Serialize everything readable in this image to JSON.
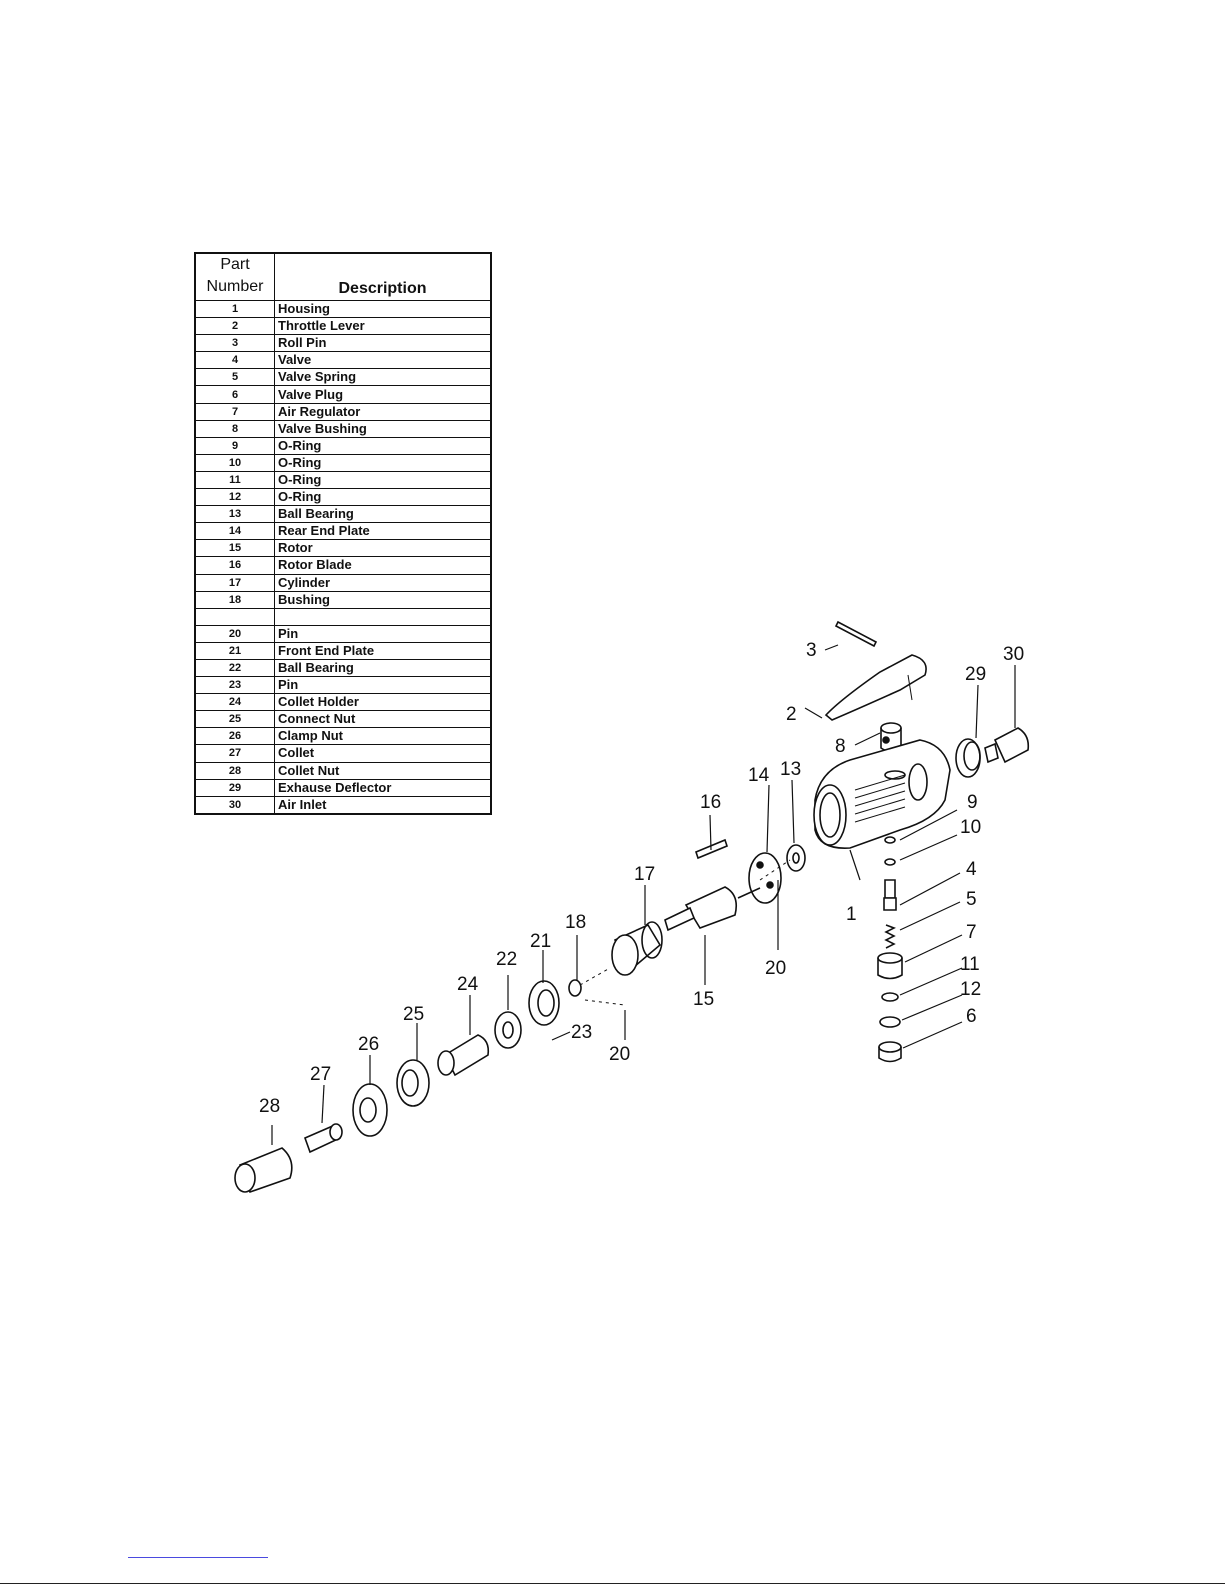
{
  "table": {
    "header_part": "Part",
    "header_number": "Number",
    "header_description": "Description",
    "rows": [
      {
        "num": "1",
        "desc": "Housing"
      },
      {
        "num": "2",
        "desc": "Throttle Lever"
      },
      {
        "num": "3",
        "desc": "Roll Pin"
      },
      {
        "num": "4",
        "desc": "Valve"
      },
      {
        "num": "5",
        "desc": "Valve Spring"
      },
      {
        "num": "6",
        "desc": "Valve Plug"
      },
      {
        "num": "7",
        "desc": "Air Regulator"
      },
      {
        "num": "8",
        "desc": "Valve Bushing"
      },
      {
        "num": "9",
        "desc": "O-Ring"
      },
      {
        "num": "10",
        "desc": "O-Ring"
      },
      {
        "num": "11",
        "desc": "O-Ring"
      },
      {
        "num": "12",
        "desc": "O-Ring"
      },
      {
        "num": "13",
        "desc": "Ball Bearing"
      },
      {
        "num": "14",
        "desc": "Rear End Plate"
      },
      {
        "num": "15",
        "desc": "Rotor"
      },
      {
        "num": "16",
        "desc": "Rotor Blade"
      },
      {
        "num": "17",
        "desc": "Cylinder"
      },
      {
        "num": "18",
        "desc": "Bushing"
      },
      {
        "num": "",
        "desc": ""
      },
      {
        "num": "20",
        "desc": "Pin"
      },
      {
        "num": "21",
        "desc": "Front End Plate"
      },
      {
        "num": "22",
        "desc": "Ball Bearing"
      },
      {
        "num": "23",
        "desc": "Pin"
      },
      {
        "num": "24",
        "desc": "Collet Holder"
      },
      {
        "num": "25",
        "desc": "Connect Nut"
      },
      {
        "num": "26",
        "desc": "Clamp Nut"
      },
      {
        "num": "27",
        "desc": "Collet"
      },
      {
        "num": "28",
        "desc": "Collet Nut"
      },
      {
        "num": "29",
        "desc": "Exhause Deflector"
      },
      {
        "num": "30",
        "desc": "Air Inlet"
      }
    ]
  },
  "diagram_labels": {
    "l1": "1",
    "l2": "2",
    "l3": "3",
    "l4": "4",
    "l5": "5",
    "l6": "6",
    "l7": "7",
    "l8": "8",
    "l9": "9",
    "l10": "10",
    "l11": "11",
    "l12": "12",
    "l13": "13",
    "l14": "14",
    "l15": "15",
    "l16": "16",
    "l17": "17",
    "l18": "18",
    "l20a": "20",
    "l20b": "20",
    "l21": "21",
    "l22": "22",
    "l23": "23",
    "l24": "24",
    "l25": "25",
    "l26": "26",
    "l27": "27",
    "l28": "28",
    "l29": "29",
    "l30": "30"
  }
}
